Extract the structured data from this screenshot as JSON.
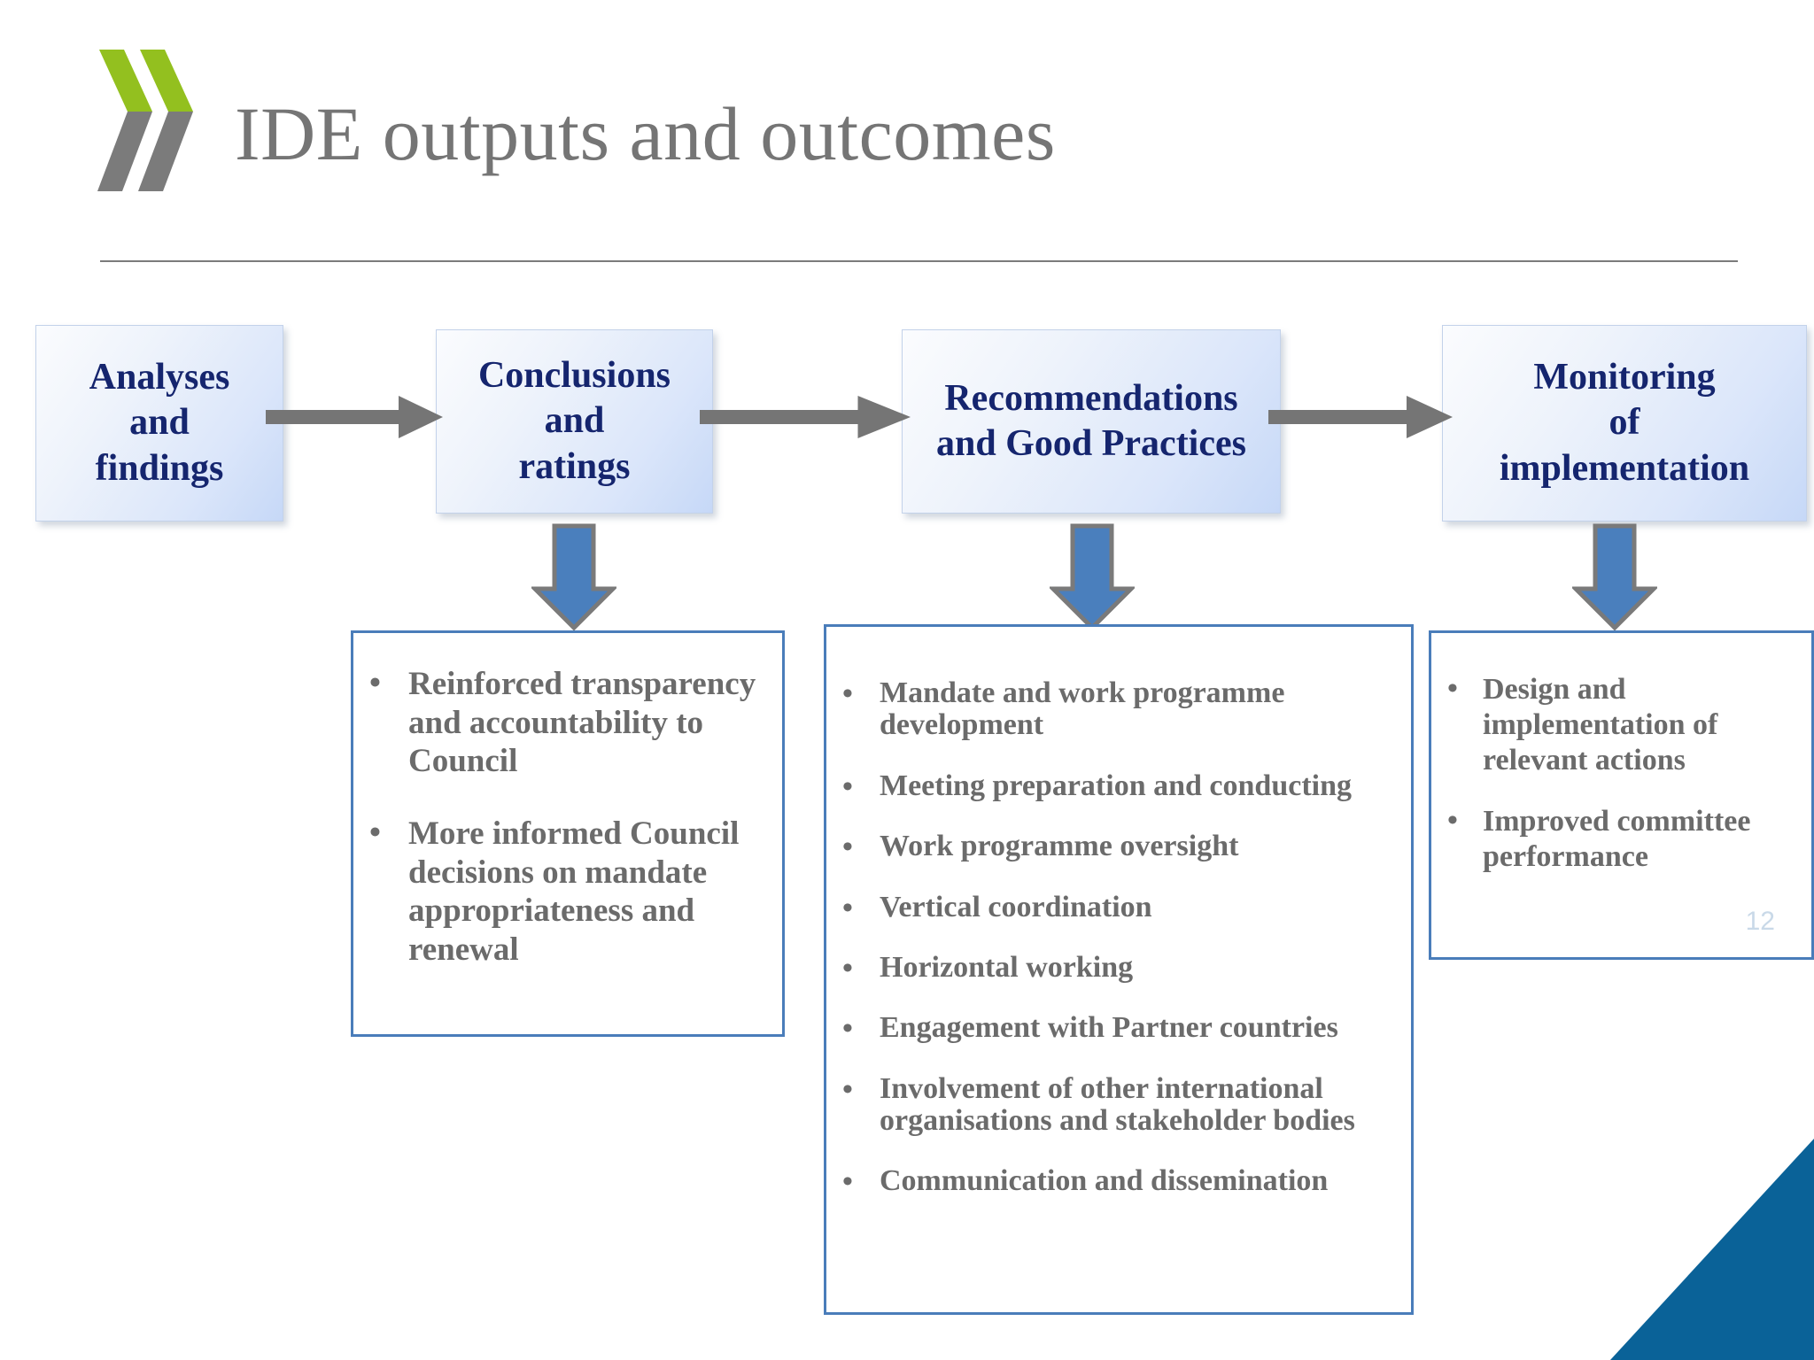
{
  "slide": {
    "title": "IDE outputs and outcomes",
    "page_number": "12",
    "colors": {
      "title_text": "#757575",
      "box_text": "#15256e",
      "bullet_text": "#6b6b6b",
      "box_border": "#4a7dba",
      "down_arrow": "#4a7fbd",
      "right_arrow": "#757575",
      "logo_green": "#93c01f",
      "logo_gray": "#7b7b7b",
      "corner_blue": "#0a6298"
    }
  },
  "process": {
    "steps": [
      {
        "label": "Analyses\nand\nfindings"
      },
      {
        "label": "Conclusions\nand\nratings"
      },
      {
        "label": "Recommendations\nand Good Practices"
      },
      {
        "label": "Monitoring\nof\nimplementation"
      }
    ],
    "connector_icon": "right-arrow-icon",
    "down_connector_icon": "down-arrow-icon"
  },
  "outcomes": [
    {
      "id": "conclusions",
      "bullet": "•",
      "items": [
        "Reinforced transparency and accountability to Council",
        "More informed Council decisions on mandate appropriateness and renewal"
      ]
    },
    {
      "id": "recommendations",
      "bullet": "•",
      "items": [
        "Mandate  and work programme development",
        "Meeting preparation and conducting",
        "Work programme oversight",
        "Vertical coordination",
        "Horizontal working",
        "Engagement with Partner countries",
        "Involvement of other international organisations and stakeholder bodies",
        "Communication and dissemination"
      ]
    },
    {
      "id": "monitoring",
      "bullet": "•",
      "items": [
        "Design and implementation of relevant actions",
        "Improved committee performance"
      ]
    }
  ]
}
